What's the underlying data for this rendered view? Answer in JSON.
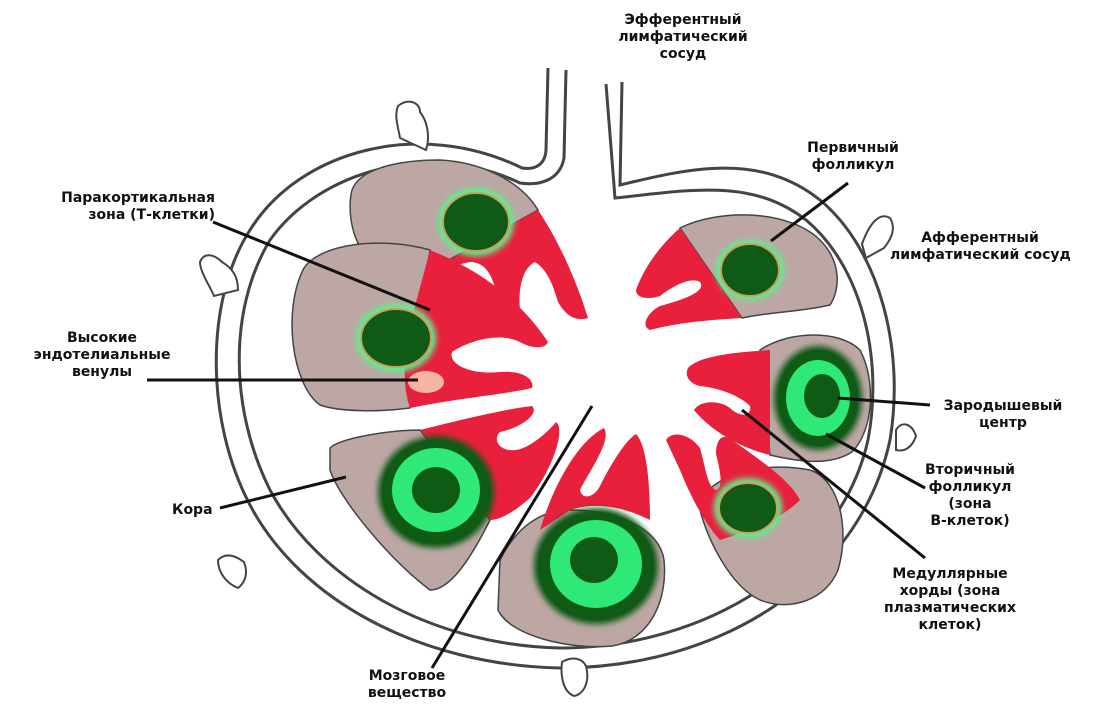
{
  "labels": {
    "efferent": [
      "Эфферентный",
      "лимфатический",
      "сосуд"
    ],
    "primary_follicle": [
      "Первичный",
      "фолликул"
    ],
    "afferent": [
      "Афферентный",
      "лимфатический сосуд"
    ],
    "paracortical": [
      "Паракортикальная",
      "зона (Т-клетки)"
    ],
    "hev": [
      "Высокие",
      "эндотелиальные",
      "венулы"
    ],
    "germinal_center": [
      "Зародышевый",
      "центр"
    ],
    "secondary_follicle": [
      "Вторичный",
      "фолликул",
      "(зона",
      "В-клеток)"
    ],
    "cortex": [
      "Кора"
    ],
    "medullary_cords": [
      "Медуллярные",
      "хорды (зона",
      "плазматических",
      "клеток)"
    ],
    "medulla": [
      "Мозговое",
      "вещество"
    ]
  },
  "colors": {
    "cortex": "#bda7a4",
    "paracortex": "#e8203c",
    "follicle_dark": "#0f5a14",
    "follicle_light": "#2ee878",
    "glow": "#5cf08c",
    "capsule": "#444444",
    "hev": "#f6b4a6"
  }
}
